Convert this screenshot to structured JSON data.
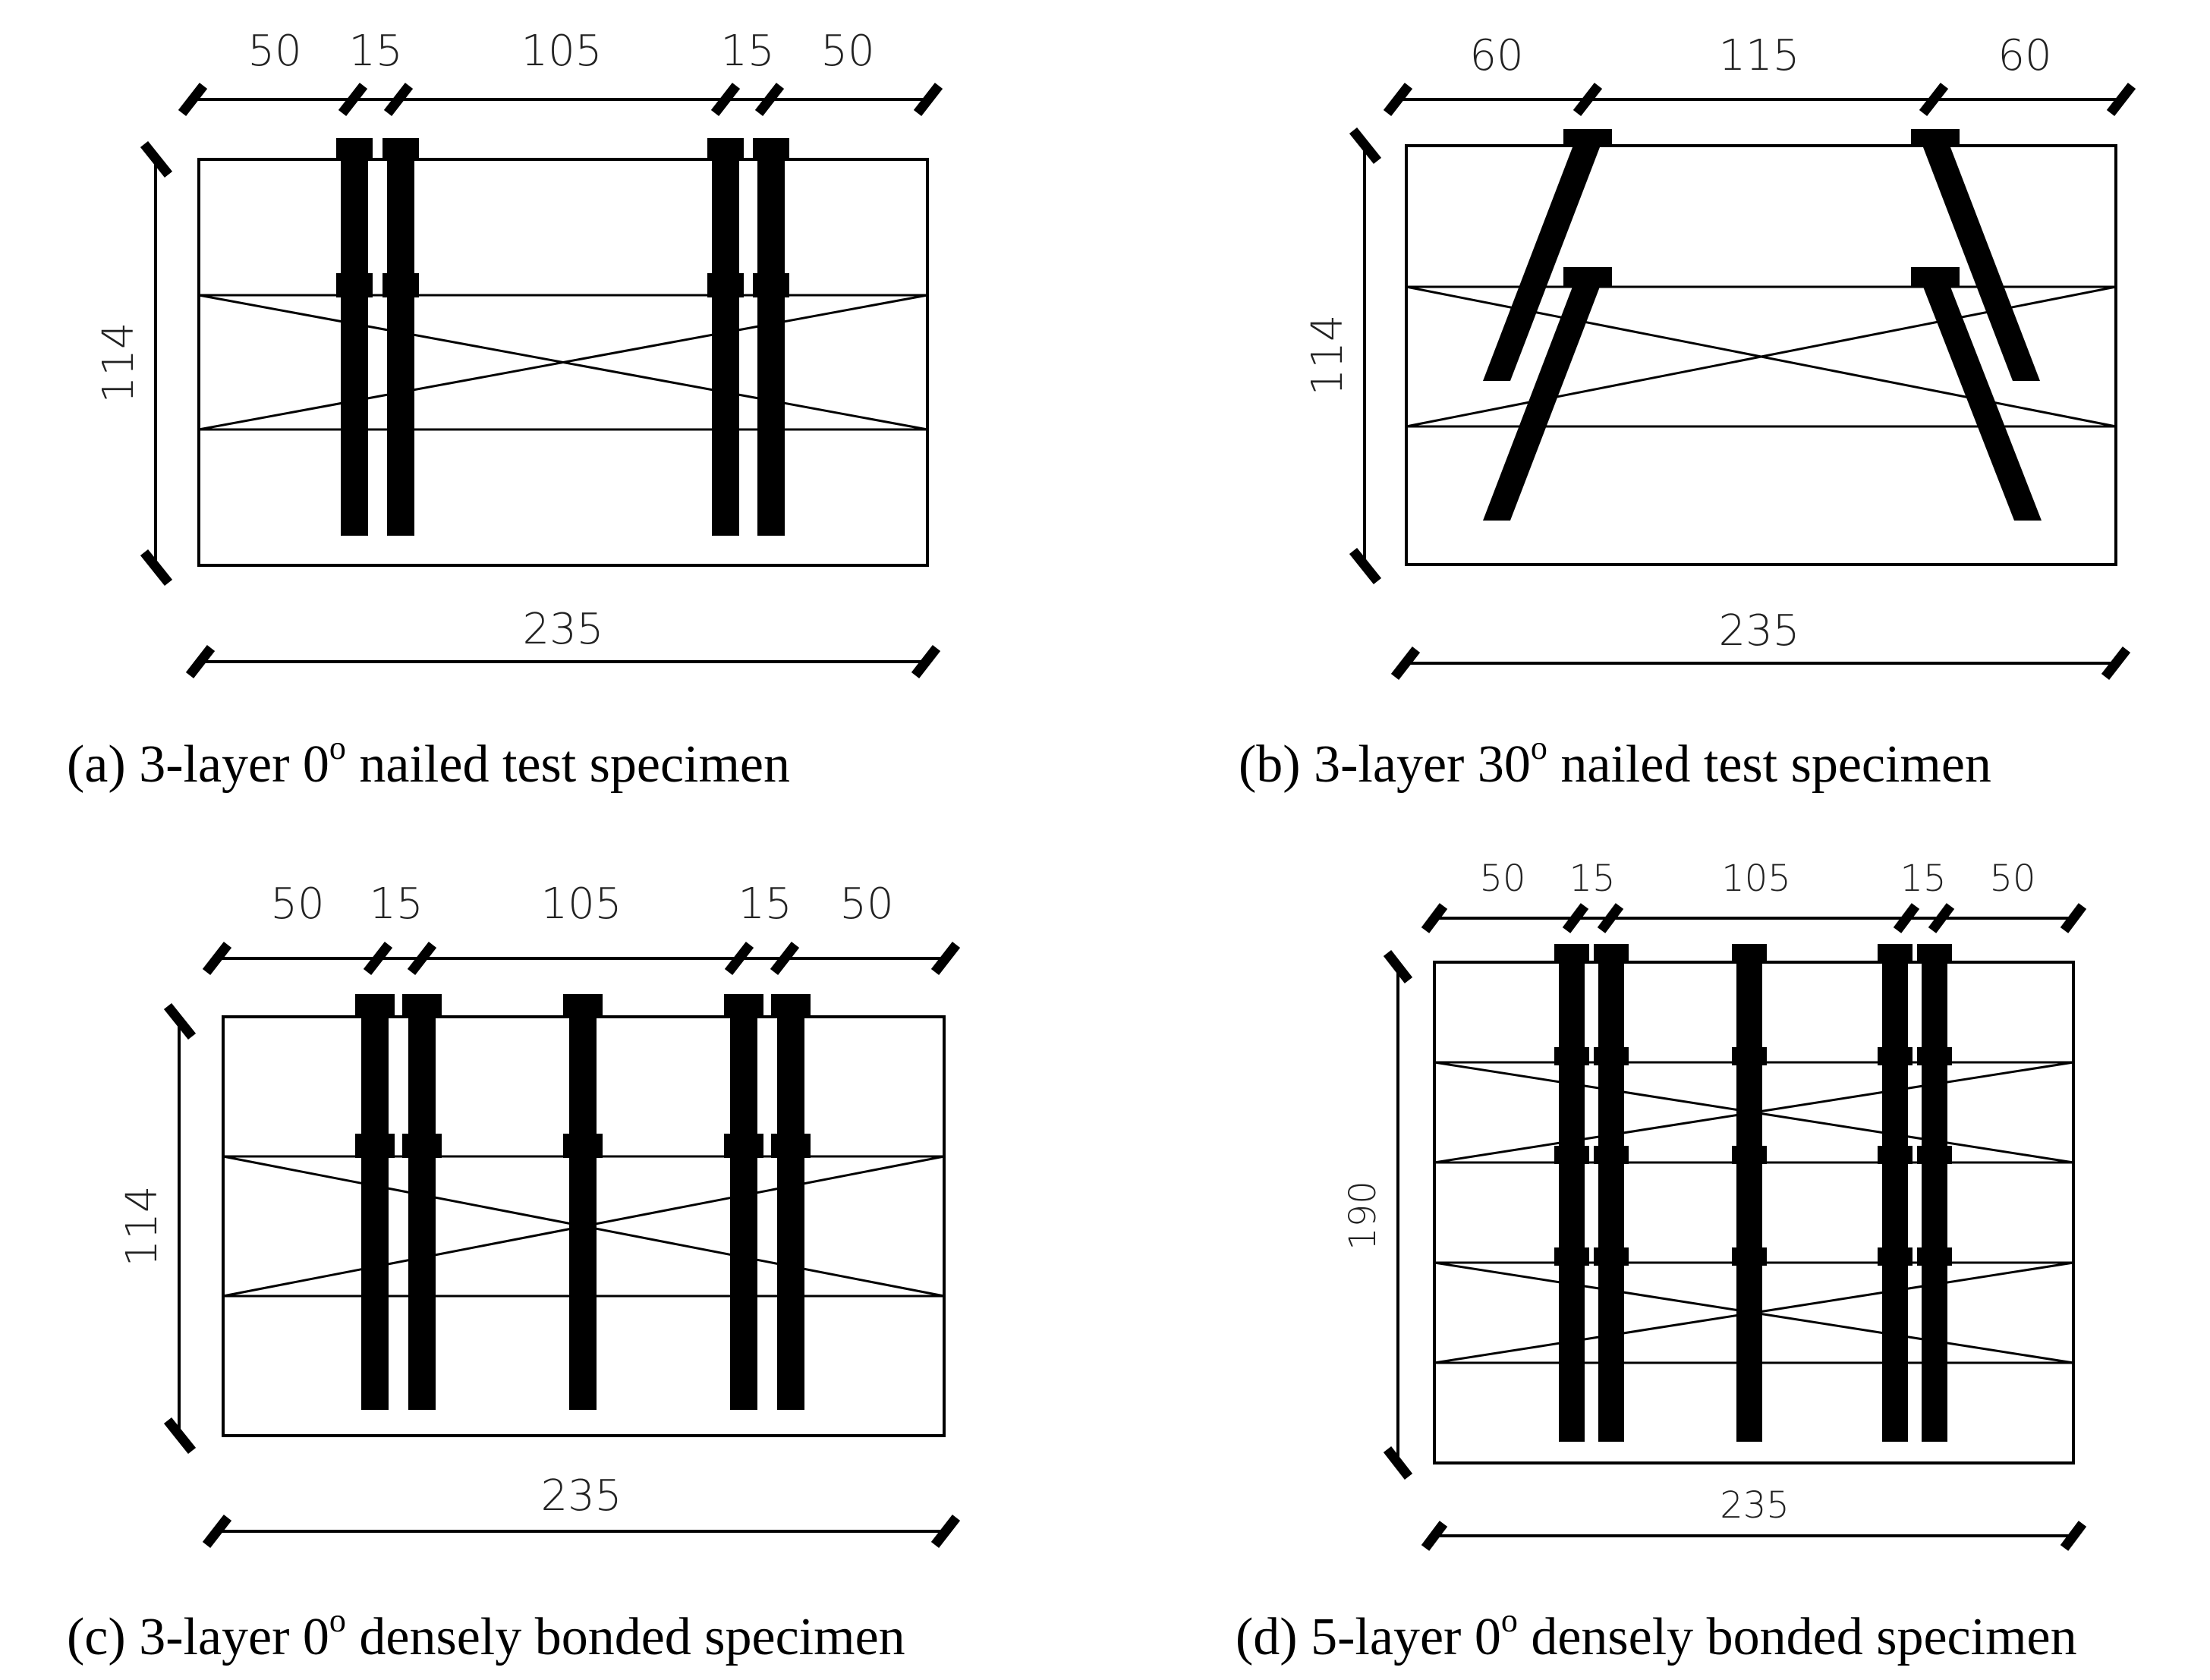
{
  "panels": [
    {
      "id": "a",
      "caption": {
        "prefix": "(a) 3-layer 0",
        "sup": "o",
        "suffix": " nailed test specimen"
      },
      "top_dims": [
        "50",
        "15",
        "105",
        "15",
        "50"
      ],
      "side_dim": "114",
      "bottom_dim": "235",
      "layers": 3,
      "angle_deg": 0,
      "nail_rows": 4
    },
    {
      "id": "b",
      "caption": {
        "prefix": "(b) 3-layer 30",
        "sup": "o",
        "suffix": " nailed test specimen"
      },
      "top_dims": [
        "60",
        "115",
        "60"
      ],
      "side_dim": "114",
      "bottom_dim": "235",
      "layers": 3,
      "angle_deg": 30,
      "nail_rows": 2
    },
    {
      "id": "c",
      "caption": {
        "prefix": "(c) 3-layer 0",
        "sup": "o",
        "suffix": " densely bonded specimen"
      },
      "top_dims": [
        "50",
        "15",
        "105",
        "15",
        "50"
      ],
      "side_dim": "114",
      "bottom_dim": "235",
      "layers": 3,
      "angle_deg": 0,
      "nail_rows": 5
    },
    {
      "id": "d",
      "caption": {
        "prefix": "(d) 5-layer 0",
        "sup": "o",
        "suffix": " densely bonded specimen"
      },
      "top_dims": [
        "50",
        "15",
        "105",
        "15",
        "50"
      ],
      "side_dim": "190",
      "bottom_dim": "235",
      "layers": 5,
      "angle_deg": 0,
      "nail_rows": 5
    }
  ]
}
